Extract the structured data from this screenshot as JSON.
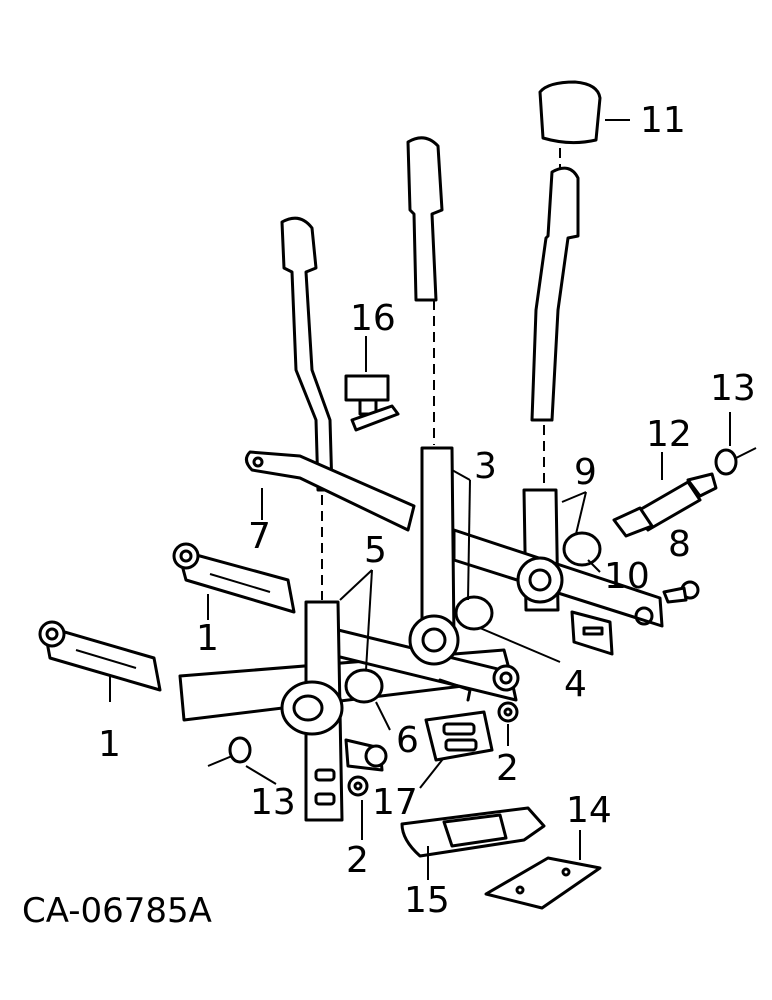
{
  "labels": {
    "l1a": "1",
    "l1b": "1",
    "l2a": "2",
    "l2b": "2",
    "l3": "3",
    "l4": "4",
    "l5": "5",
    "l6": "6",
    "l7": "7",
    "l8": "8",
    "l9": "9",
    "l10": "10",
    "l11": "11",
    "l12": "12",
    "l13a": "13",
    "l13b": "13",
    "l14": "14",
    "l15": "15",
    "l16": "16",
    "l17": "17"
  },
  "figure_code": "CA-06785A"
}
